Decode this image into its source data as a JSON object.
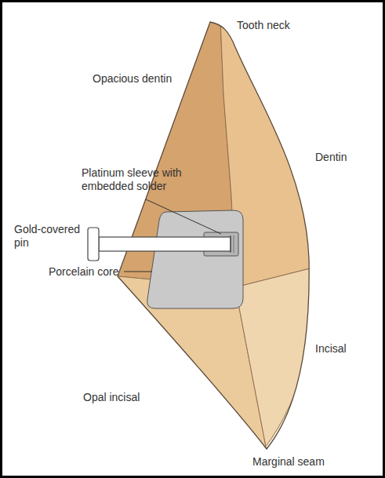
{
  "diagram": {
    "labels": [
      "Tooth neck",
      "Opacious dentin",
      "Platinum sleeve with embedded solder",
      "Dentin",
      "Gold-covered pin",
      "Porcelain core",
      "Incisal",
      "Opal incisal",
      "Marginal seam"
    ]
  }
}
